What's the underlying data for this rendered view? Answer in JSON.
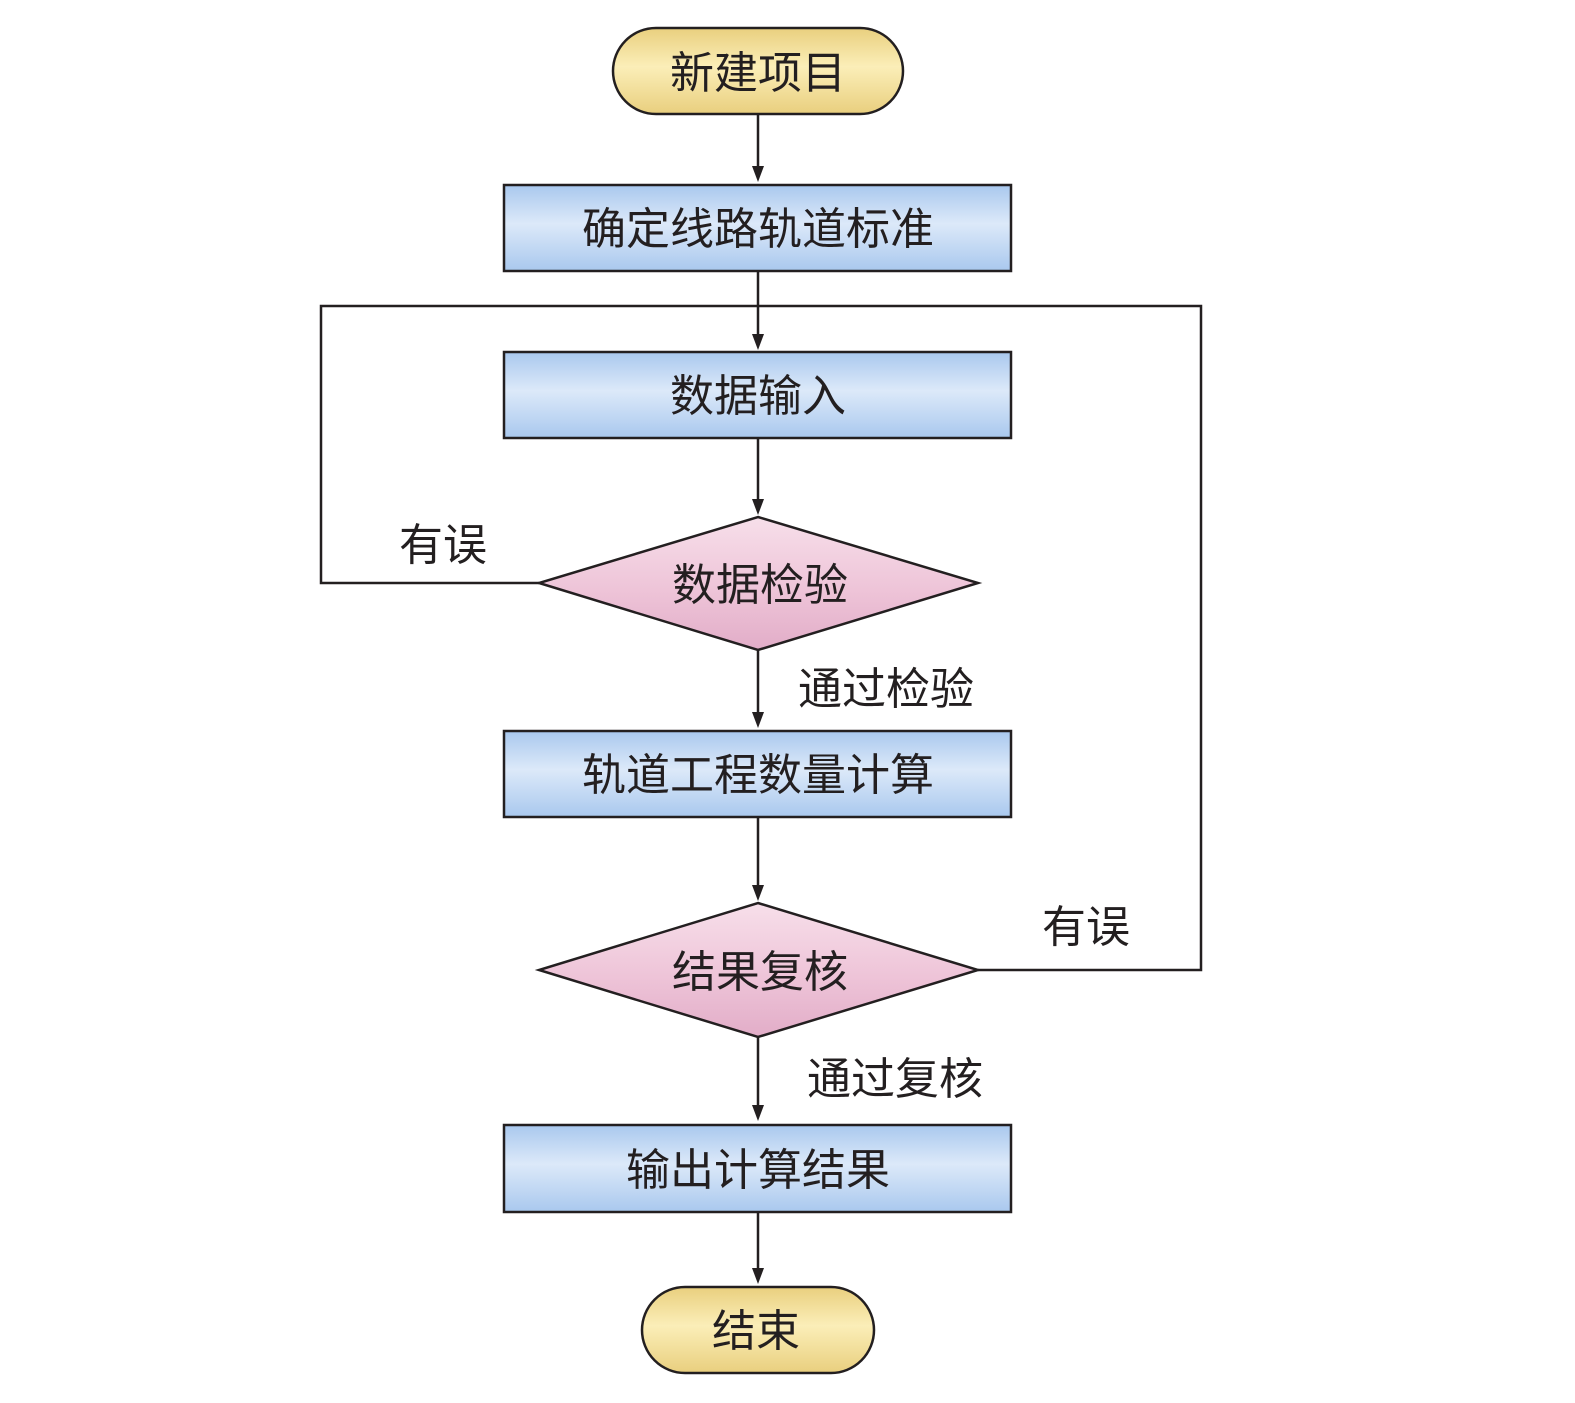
{
  "nodes": {
    "start": {
      "label": "新建项目"
    },
    "define_standard": {
      "label": "确定线路轨道标准"
    },
    "data_input": {
      "label": "数据输入"
    },
    "data_check": {
      "label": "数据检验"
    },
    "quantity_calc": {
      "label": "轨道工程数量计算"
    },
    "result_review": {
      "label": "结果复核"
    },
    "output_results": {
      "label": "输出计算结果"
    },
    "end": {
      "label": "结束"
    }
  },
  "edges": {
    "check_error": {
      "label": "有误"
    },
    "check_pass": {
      "label": "通过检验"
    },
    "review_error": {
      "label": "有误"
    },
    "review_pass": {
      "label": "通过复核"
    }
  },
  "colors": {
    "terminal_fill_light": "#fbeeb8",
    "terminal_fill_dark": "#e9cf7e",
    "process_fill_light": "#dce9f9",
    "process_fill_dark": "#a9c8ee",
    "decision_fill_light": "#f7dfea",
    "decision_fill_dark": "#e2adc8",
    "line": "#231f20"
  }
}
